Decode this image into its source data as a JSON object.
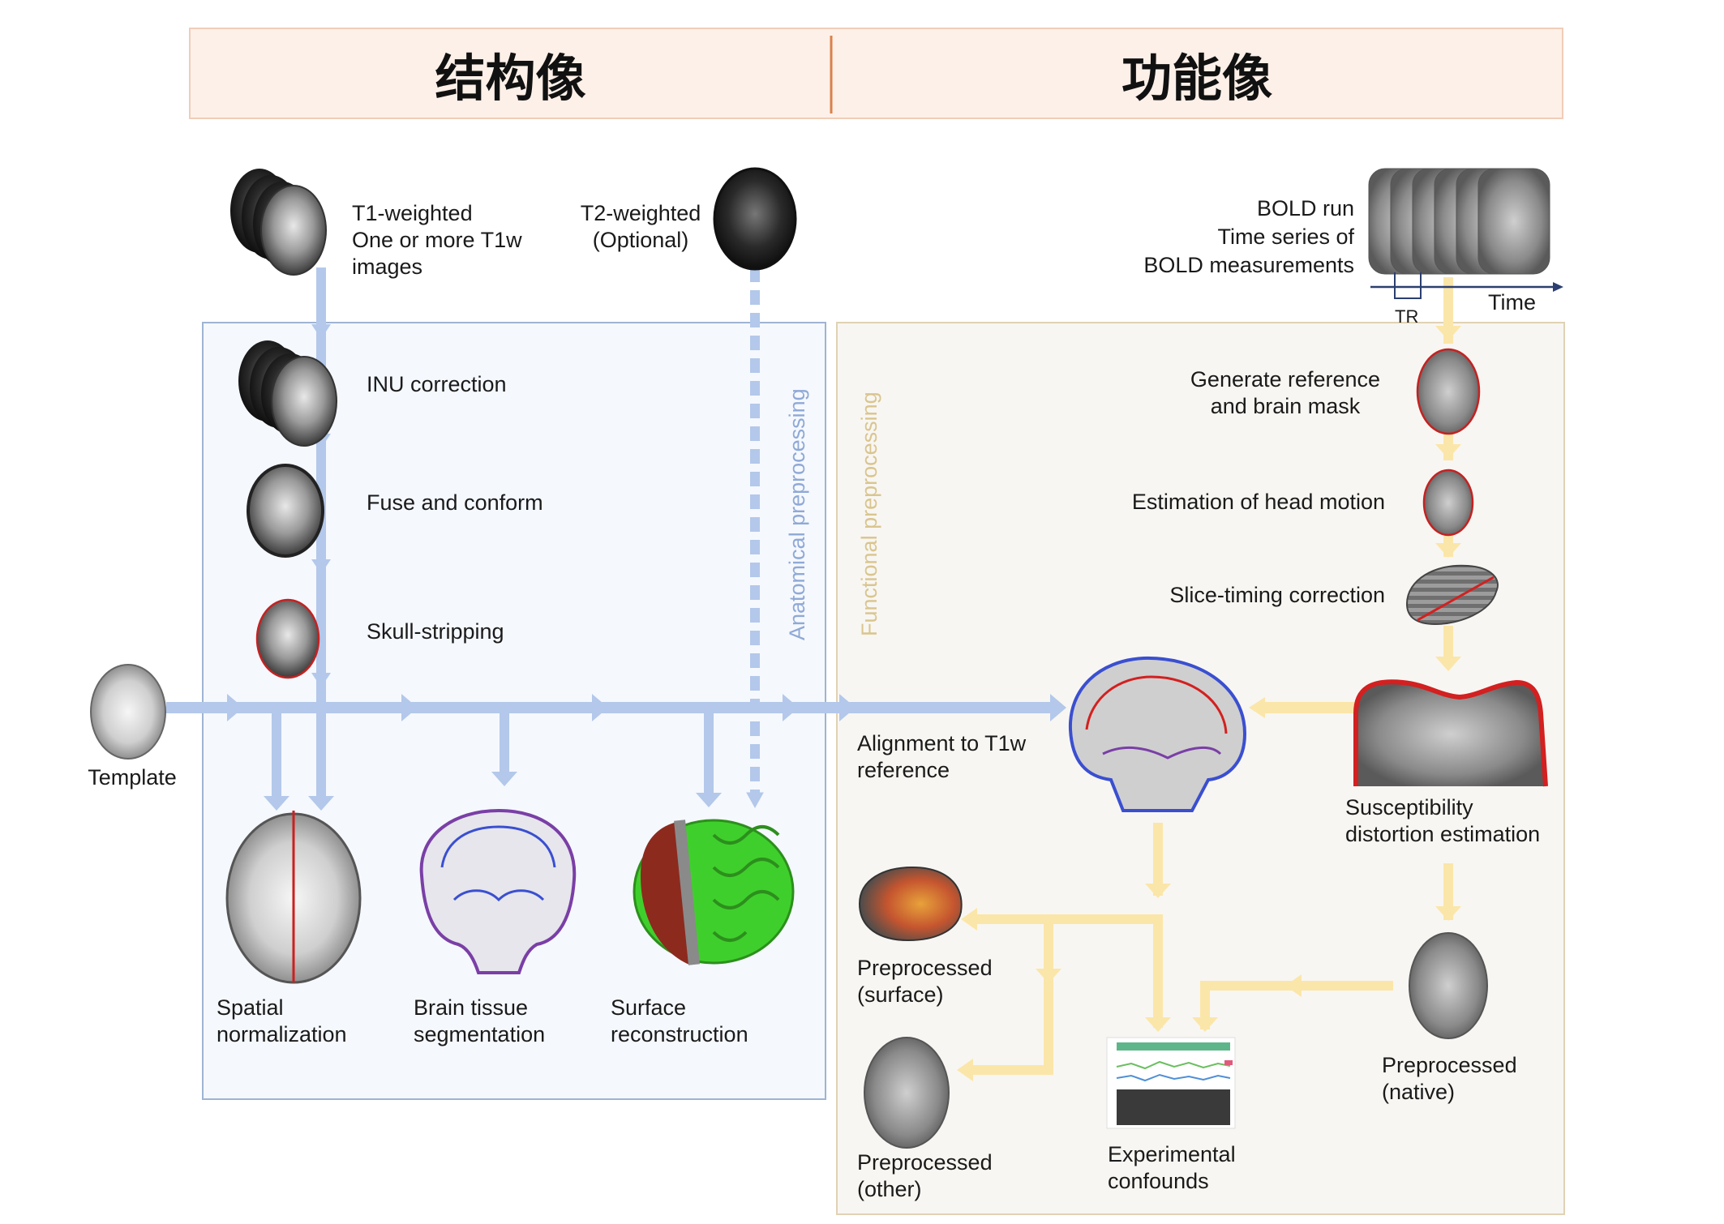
{
  "header": {
    "structural": "结构像",
    "functional": "功能像"
  },
  "sections": {
    "anatomical": "Anatomical preprocessing",
    "functional": "Functional preprocessing"
  },
  "inputs": {
    "t1": "T1-weighted\nOne or more T1w\nimages",
    "t2": "T2-weighted\n(Optional)",
    "bold": "BOLD run\nTime series of\nBOLD measurements",
    "time": "Time",
    "tr": "TR",
    "template": "Template"
  },
  "anat_steps": {
    "inu": "INU correction",
    "fuse": "Fuse and conform",
    "skull": "Skull-stripping",
    "spatial": "Spatial\nnormalization",
    "tissue": "Brain tissue\nsegmentation",
    "surface": "Surface\nreconstruction"
  },
  "func_steps": {
    "ref": "Generate reference\nand brain mask",
    "motion": "Estimation of head motion",
    "slice": "Slice-timing correction",
    "align": "Alignment to T1w\nreference",
    "sdc": "Susceptibility\ndistortion estimation",
    "pre_surface": "Preprocessed\n(surface)",
    "pre_other": "Preprocessed\n(other)",
    "confounds": "Experimental\nconfounds",
    "pre_native": "Preprocessed\n(native)"
  },
  "colors": {
    "header_bg": "#fdf0e8",
    "header_border": "#f0cdb8",
    "header_divider": "#d9824a",
    "anat_box_bg": "#f5f8fd",
    "anat_box_border": "#9fb4d3",
    "func_box_bg": "#f8f6f2",
    "func_box_border": "#e0d2b4",
    "blue_arrow": "#b3c8ea",
    "yellow_arrow": "#fbe6a9",
    "anat_label": "#8fa9d6",
    "func_label": "#d9c58e",
    "mask_red": "#d32020"
  }
}
